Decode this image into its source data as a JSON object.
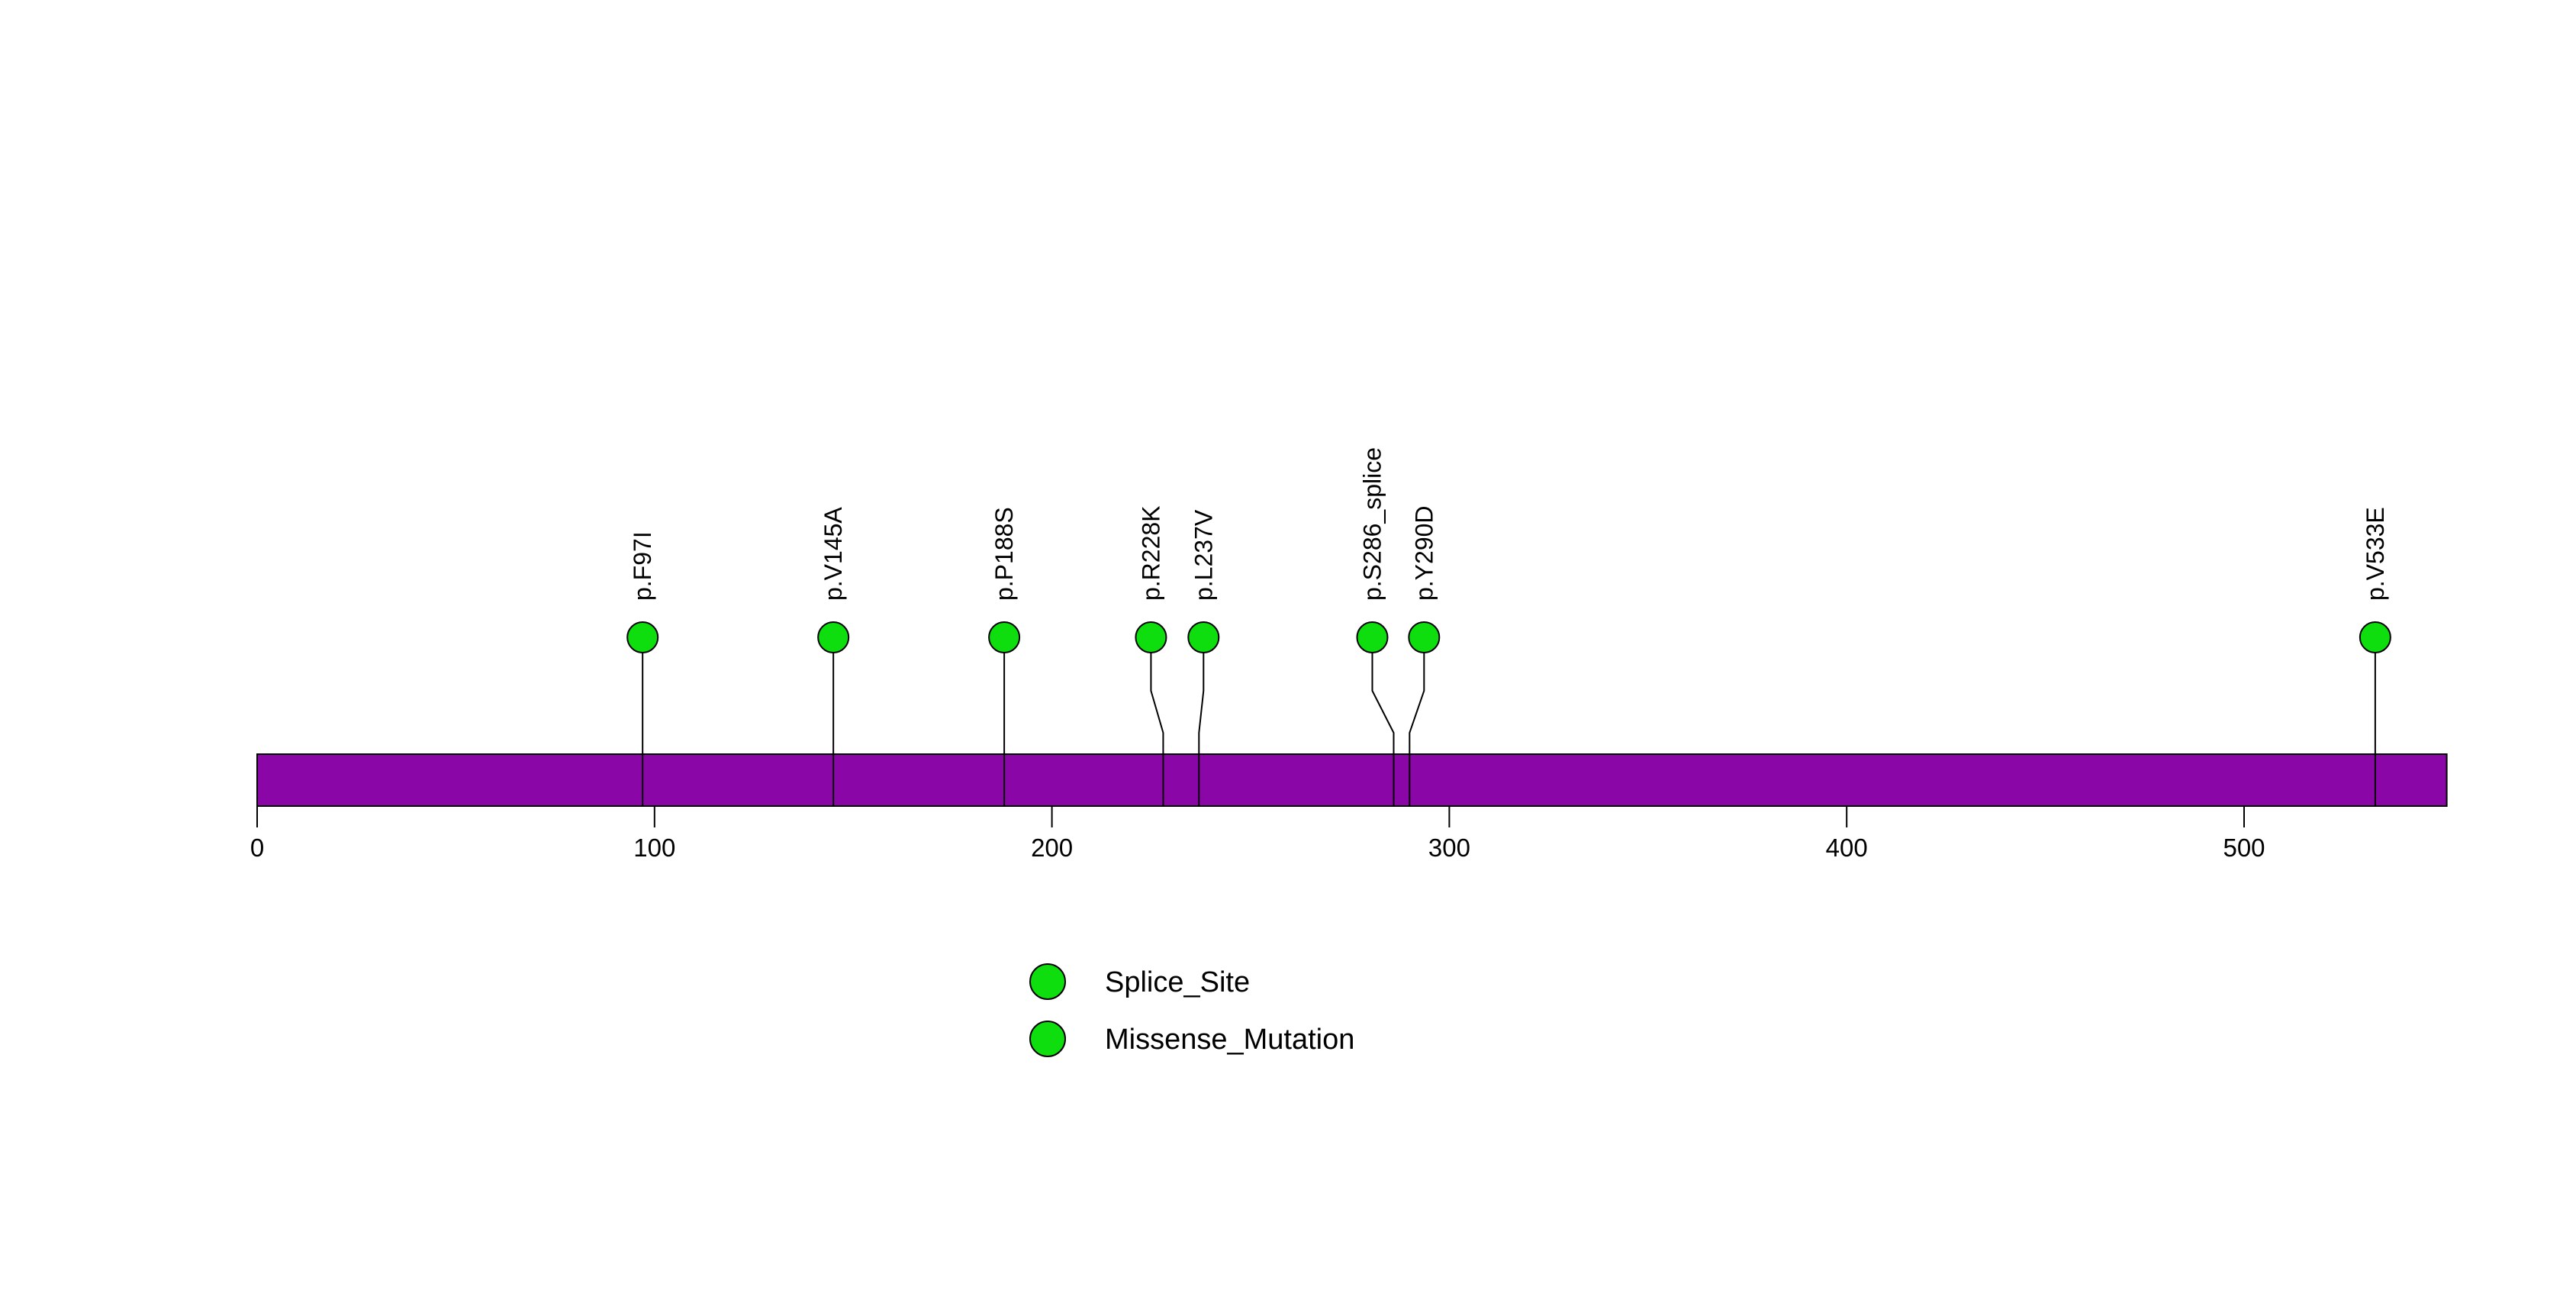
{
  "chart_data": {
    "type": "scatter",
    "subtype": "lollipop_mutation_plot",
    "title": "",
    "xlabel": "",
    "ylabel": "",
    "xlim": [
      0,
      551
    ],
    "x_ticks": [
      0,
      100,
      200,
      300,
      400,
      500
    ],
    "x_tick_labels": [
      "0",
      "100",
      "200",
      "300",
      "400",
      "500"
    ],
    "grid": false,
    "protein_bar": {
      "start": 0,
      "end": 551,
      "fill_color": "#8A06A6",
      "border_color": "#000000"
    },
    "point_fill_color": "#0EDE0E",
    "point_border_color": "#000000",
    "mutations": [
      {
        "label": "p.F97I",
        "position": 97
      },
      {
        "label": "p.V145A",
        "position": 145
      },
      {
        "label": "p.P188S",
        "position": 188
      },
      {
        "label": "p.R228K",
        "position": 228
      },
      {
        "label": "p.L237V",
        "position": 237
      },
      {
        "label": "p.S286_splice",
        "position": 286
      },
      {
        "label": "p.Y290D",
        "position": 290
      },
      {
        "label": "p.V533E",
        "position": 533
      }
    ],
    "legend": {
      "position": "bottom",
      "items": [
        {
          "label": "Splice_Site",
          "color": "#0EDE0E"
        },
        {
          "label": "Missense_Mutation",
          "color": "#0EDE0E"
        }
      ]
    }
  }
}
